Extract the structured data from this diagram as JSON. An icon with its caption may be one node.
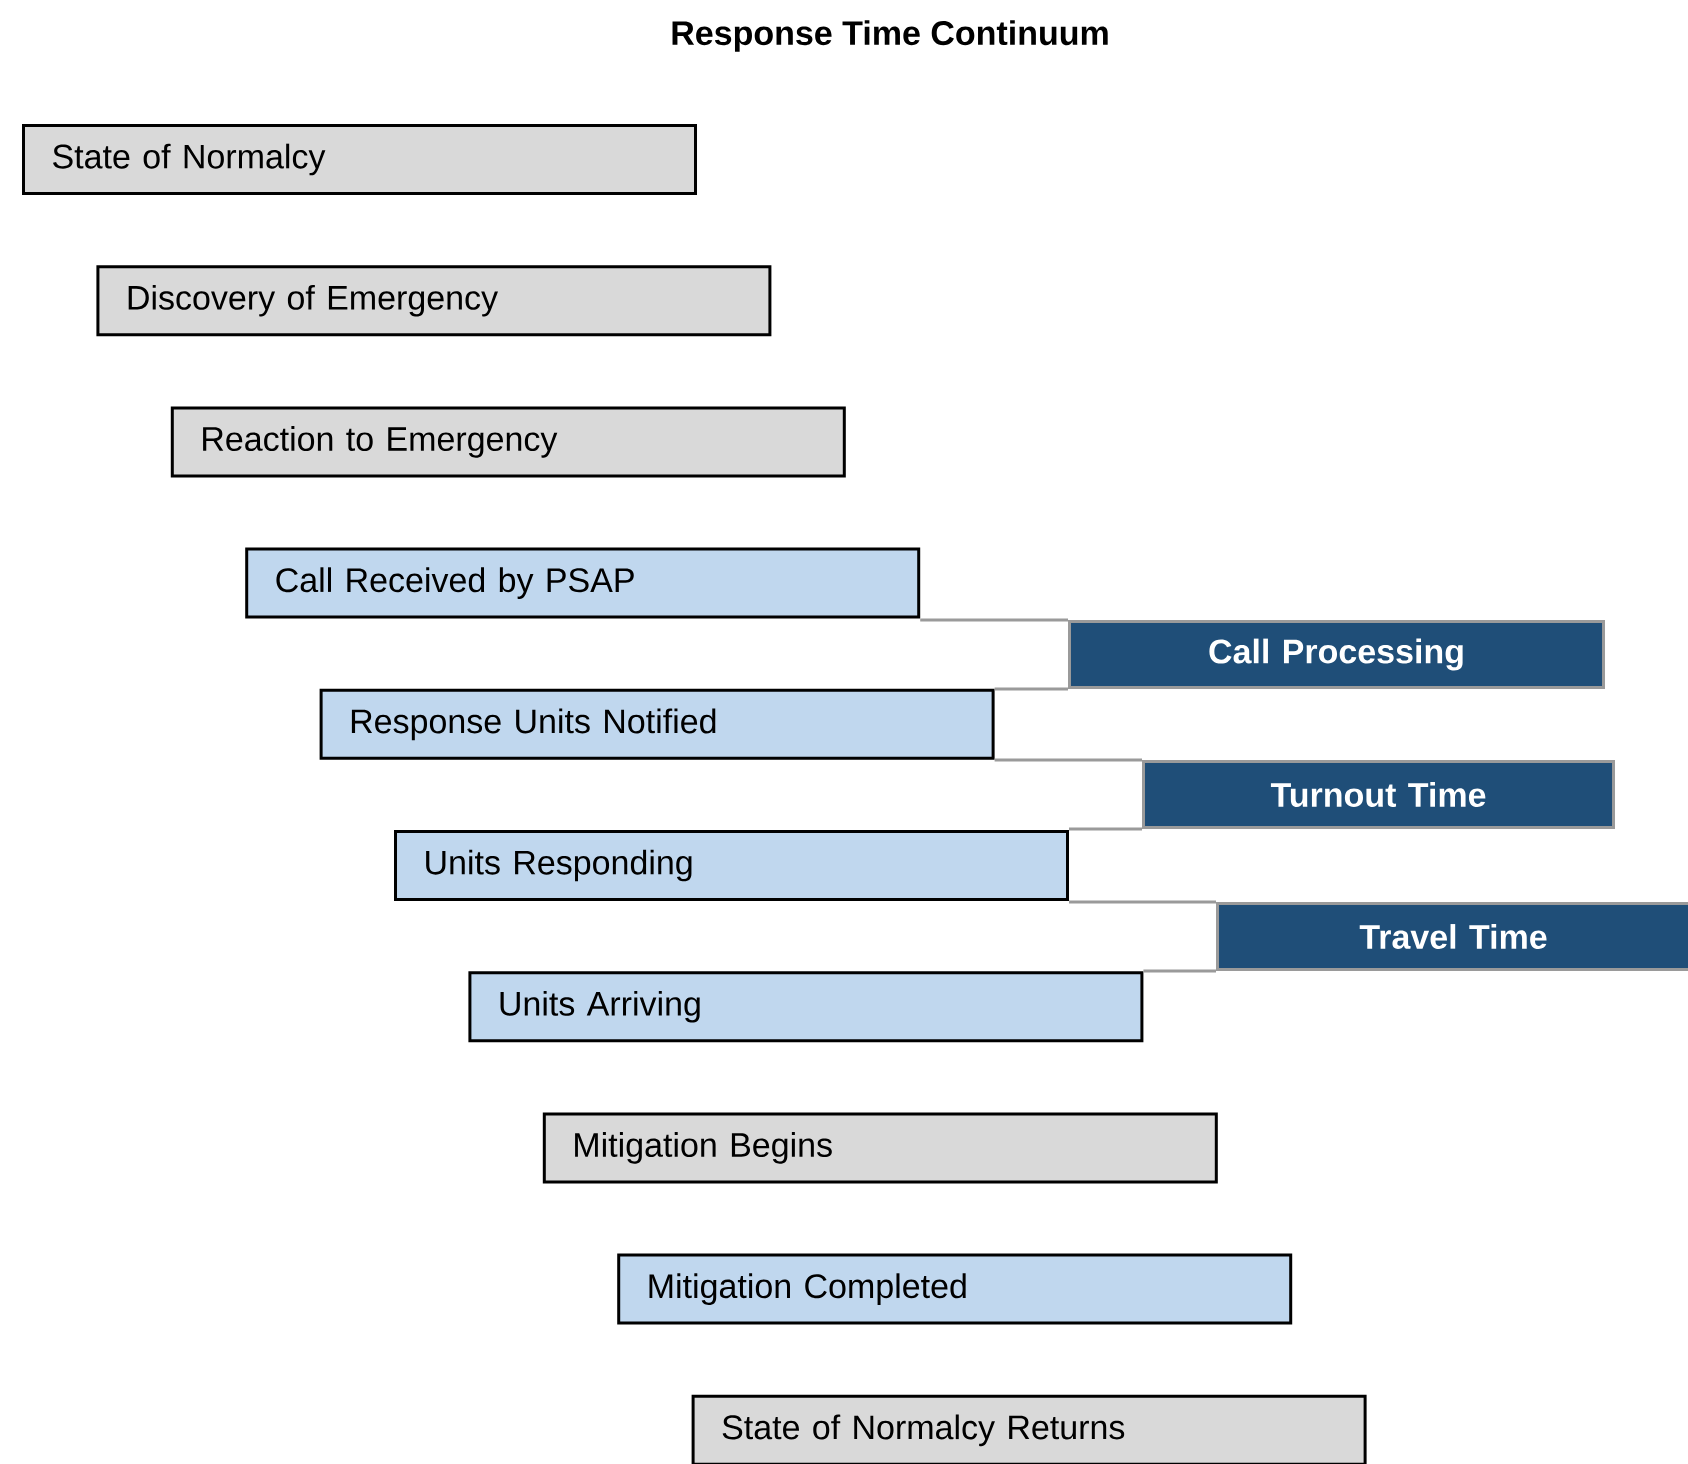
{
  "diagram": {
    "title": "Response Time Continuum",
    "nodes": [
      {
        "text": [
          "State of Normalcy"
        ]
      },
      {
        "text": [
          "Discovery of Emergency"
        ]
      },
      {
        "text": [
          "Reaction to Emergency"
        ]
      },
      {
        "text": [
          "Call Received by PSAP"
        ]
      },
      {
        "text": [
          "Call Processing"
        ]
      },
      {
        "text": [
          "Response Units Notified"
        ]
      },
      {
        "text": [
          "Turnout Time"
        ]
      },
      {
        "text": [
          "Units Responding"
        ]
      },
      {
        "text": [
          "Travel Time"
        ]
      },
      {
        "text": [
          "Units Arriving"
        ]
      },
      {
        "text": [
          "Mitigation Begins"
        ]
      },
      {
        "text": [
          "Mitigation Completed"
        ]
      },
      {
        "text": [
          "State of Normalcy Returns"
        ]
      }
    ],
    "edges": [
      {
        "from": 3,
        "to": 4,
        "arrow": "none"
      },
      {
        "from": 4,
        "to": 5,
        "arrow": "none"
      },
      {
        "from": 5,
        "to": 6,
        "arrow": "none"
      },
      {
        "from": 6,
        "to": 7,
        "arrow": "none"
      },
      {
        "from": 7,
        "to": 8,
        "arrow": "none"
      },
      {
        "from": 8,
        "to": 9,
        "arrow": "none"
      }
    ]
  }
}
